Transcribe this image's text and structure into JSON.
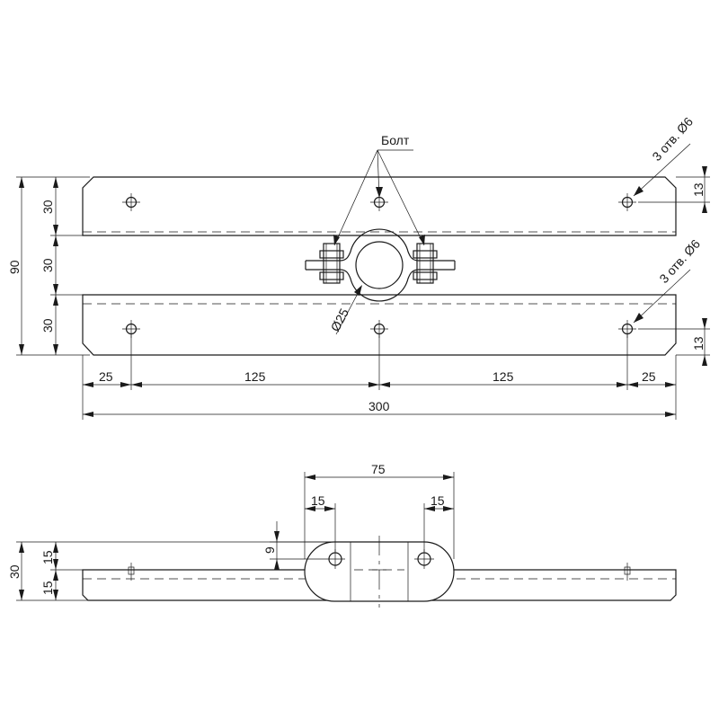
{
  "plan_view": {
    "bolt_label": "Болт",
    "hole_note_top": "3 отв. Ø6",
    "hole_note_bottom": "3 отв. Ø6",
    "pipe_diameter": "Ø25",
    "dim_total_height": "90",
    "dim_top_plate": "30",
    "dim_gap": "30",
    "dim_bottom_plate": "30",
    "dim_edge_top": "13",
    "dim_edge_bottom": "13",
    "dim_left_margin": "25",
    "dim_left_span": "125",
    "dim_right_span": "125",
    "dim_right_margin": "25",
    "dim_total_length": "300"
  },
  "side_view": {
    "dim_clamp_width": "75",
    "dim_left_offset": "15",
    "dim_right_offset": "15",
    "dim_hole_height": "9",
    "dim_total_height": "30",
    "dim_upper": "15",
    "dim_lower": "15"
  }
}
